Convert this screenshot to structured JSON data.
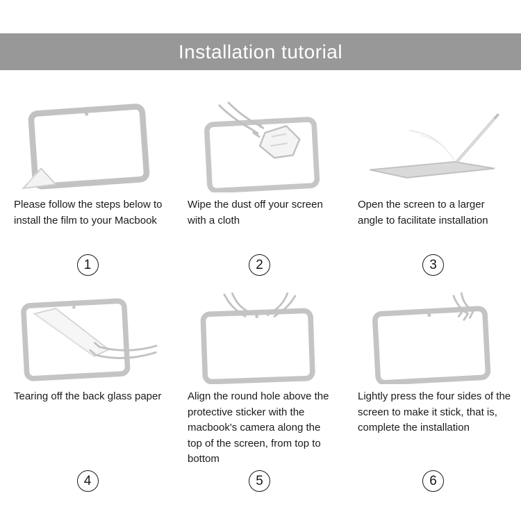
{
  "banner": {
    "title": "Installation tutorial",
    "background": "#989898",
    "text_color": "#ffffff"
  },
  "illustration_color": "#c2c2c2",
  "steps": [
    {
      "number": "1",
      "text": "Please follow the steps below to install the film to your Macbook",
      "illustration": "film-corner-peel-icon"
    },
    {
      "number": "2",
      "text": "Wipe the dust off your screen with a cloth",
      "illustration": "hands-wiping-cloth-icon"
    },
    {
      "number": "3",
      "text": "Open the screen to a larger angle to facilitate installation",
      "illustration": "laptop-open-wide-icon"
    },
    {
      "number": "4",
      "text": "Tearing off the back glass paper",
      "illustration": "tearing-back-paper-icon"
    },
    {
      "number": "5",
      "text": "Align the round hole above the protective sticker with the macbook's camera along the top of the screen, from top to bottom",
      "illustration": "align-camera-hole-icon"
    },
    {
      "number": "6",
      "text": "Lightly press the four sides of the screen to make it stick, that is, complete the installation",
      "illustration": "press-four-sides-icon"
    }
  ]
}
